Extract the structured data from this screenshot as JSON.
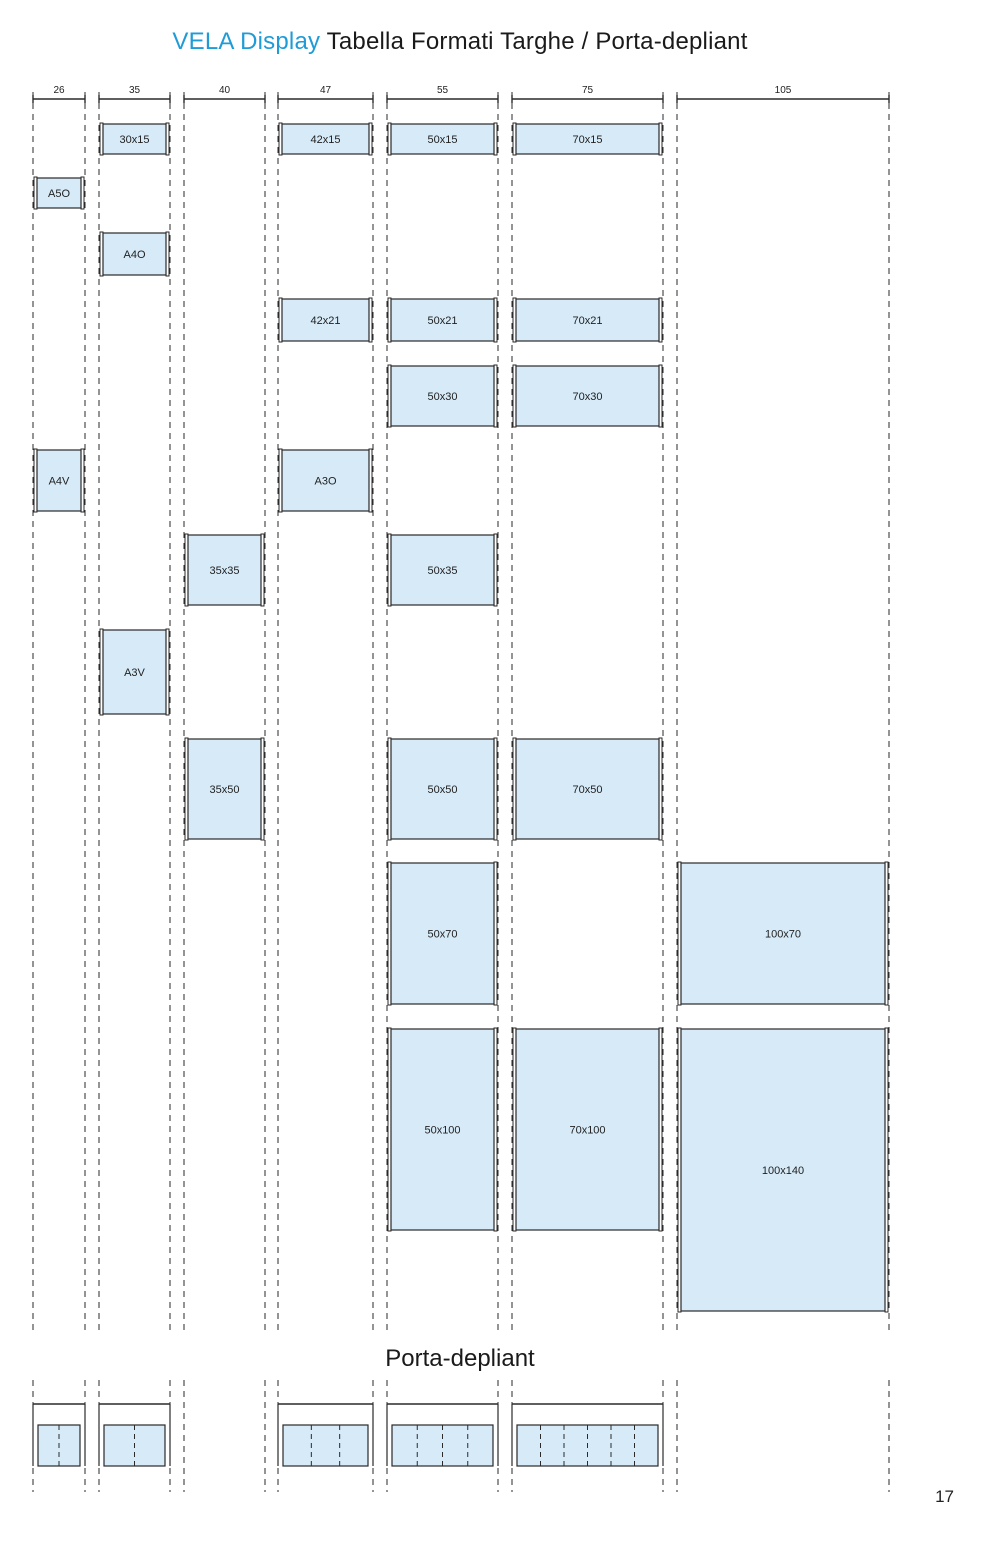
{
  "header": {
    "brand": "VELA Display",
    "title": "Tabella Formati Targhe / Porta-depliant"
  },
  "column_widths": [
    "26",
    "35",
    "40",
    "47",
    "55",
    "75",
    "105"
  ],
  "formats": [
    {
      "label": "30x15",
      "column": "35"
    },
    {
      "label": "42x15",
      "column": "47"
    },
    {
      "label": "50x15",
      "column": "55"
    },
    {
      "label": "70x15",
      "column": "75"
    },
    {
      "label": "A5O",
      "column": "26"
    },
    {
      "label": "A4O",
      "column": "35"
    },
    {
      "label": "42x21",
      "column": "47"
    },
    {
      "label": "50x21",
      "column": "55"
    },
    {
      "label": "70x21",
      "column": "75"
    },
    {
      "label": "50x30",
      "column": "55"
    },
    {
      "label": "70x30",
      "column": "75"
    },
    {
      "label": "A4V",
      "column": "26"
    },
    {
      "label": "A3O",
      "column": "47"
    },
    {
      "label": "35x35",
      "column": "40"
    },
    {
      "label": "50x35",
      "column": "55"
    },
    {
      "label": "A3V",
      "column": "35"
    },
    {
      "label": "35x50",
      "column": "40"
    },
    {
      "label": "50x50",
      "column": "55"
    },
    {
      "label": "70x50",
      "column": "75"
    },
    {
      "label": "50x70",
      "column": "55"
    },
    {
      "label": "100x70",
      "column": "105"
    },
    {
      "label": "50x100",
      "column": "55"
    },
    {
      "label": "70x100",
      "column": "75"
    },
    {
      "label": "100x140",
      "column": "105"
    }
  ],
  "porta_depliant": {
    "title": "Porta-depliant",
    "holders": [
      {
        "column": "26",
        "compartments": 2
      },
      {
        "column": "35",
        "compartments": 2
      },
      {
        "column": "47",
        "compartments": 3
      },
      {
        "column": "55",
        "compartments": 4
      },
      {
        "column": "75",
        "compartments": 6
      }
    ]
  },
  "page_number": "17",
  "colors": {
    "panel_fill": "#d6eaf8",
    "line": "#2a2a2a",
    "brand": "#1f9bd7"
  }
}
